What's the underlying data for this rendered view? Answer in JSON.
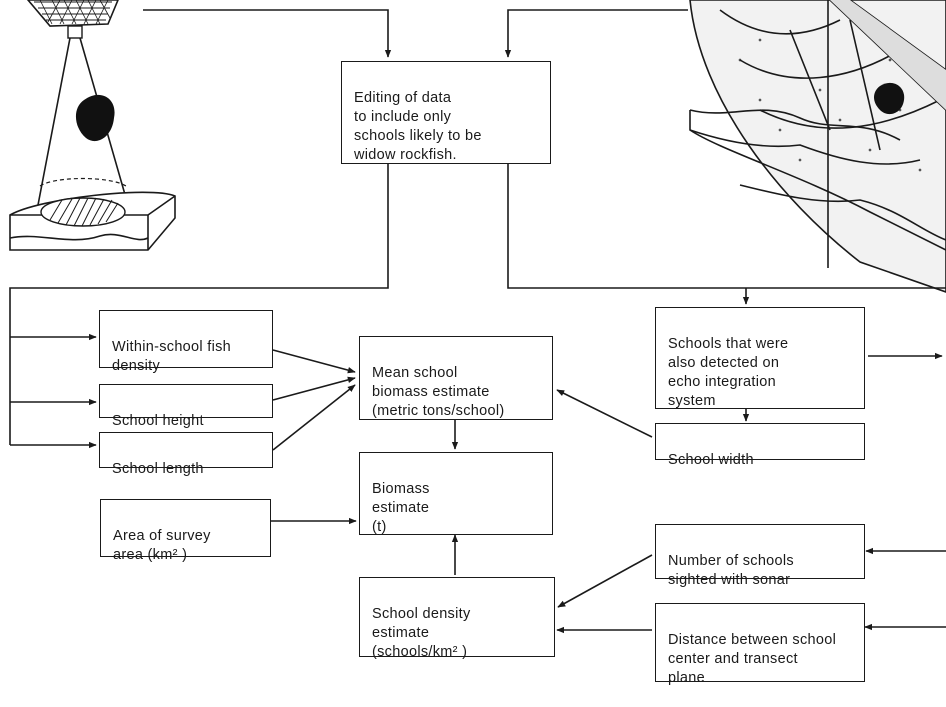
{
  "colors": {
    "ink": "#1a1a1a",
    "background": "#ffffff"
  },
  "illustrations": {
    "left": "downward-looking echo sounder beam over fish school",
    "right": "side-scanning sonar sweep over fish school"
  },
  "boxes": {
    "editing": "Editing of data\nto include only\nschools likely to be\nwidow rockfish.",
    "within_school_density": "Within-school fish\ndensity",
    "school_height": "School height",
    "school_length": "School length",
    "area_of_survey": "Area of survey\narea (km² )",
    "mean_biomass": "Mean school\nbiomass estimate\n(metric tons/school)",
    "biomass_estimate": "Biomass\nestimate\n(t)",
    "school_density_estimate": "School density\nestimate\n(schools/km² )",
    "schools_detected": "Schools that were\nalso detected on\necho integration\nsystem",
    "school_width": "School width",
    "number_of_schools": "Number of schools\nsighted with sonar",
    "distance_between": "Distance between school\ncenter and transect\nplane"
  }
}
